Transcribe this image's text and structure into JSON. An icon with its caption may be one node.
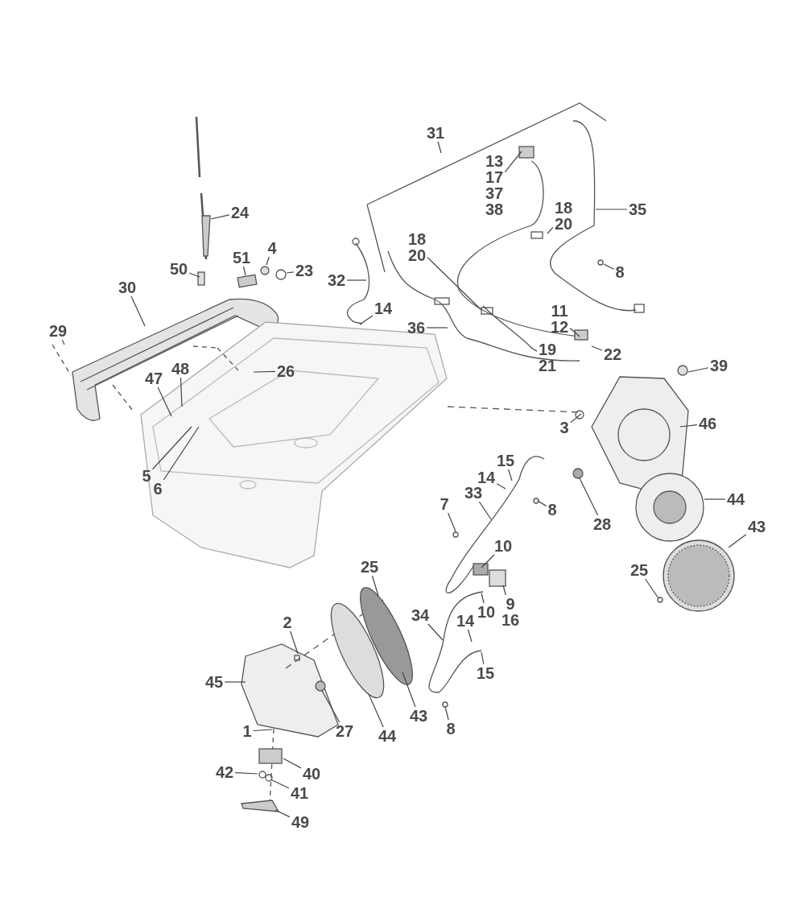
{
  "diagram": {
    "nodes": [
      {
        "text": [
          "31"
        ]
      },
      {
        "text": [
          "24"
        ]
      },
      {
        "text": [
          "13",
          "17",
          "37",
          "38"
        ]
      },
      {
        "text": [
          "35"
        ]
      },
      {
        "text": [
          "18",
          "20"
        ]
      },
      {
        "text": [
          "51"
        ]
      },
      {
        "text": [
          "4"
        ]
      },
      {
        "text": [
          "23"
        ]
      },
      {
        "text": [
          "50"
        ]
      },
      {
        "text": [
          "8"
        ]
      },
      {
        "text": [
          "30"
        ]
      },
      {
        "text": [
          "32"
        ]
      },
      {
        "text": [
          "18",
          "20"
        ]
      },
      {
        "text": [
          "14"
        ]
      },
      {
        "text": [
          "11",
          "12"
        ]
      },
      {
        "text": [
          "36"
        ]
      },
      {
        "text": [
          "29"
        ]
      },
      {
        "text": [
          "19",
          "21"
        ]
      },
      {
        "text": [
          "22"
        ]
      },
      {
        "text": [
          "26"
        ]
      },
      {
        "text": [
          "39"
        ]
      },
      {
        "text": [
          "47"
        ]
      },
      {
        "text": [
          "48"
        ]
      },
      {
        "text": [
          "46"
        ]
      },
      {
        "text": [
          "3"
        ]
      },
      {
        "text": [
          "5"
        ]
      },
      {
        "text": [
          "6"
        ]
      },
      {
        "text": [
          "15"
        ]
      },
      {
        "text": [
          "14"
        ]
      },
      {
        "text": [
          "33"
        ]
      },
      {
        "text": [
          "8"
        ]
      },
      {
        "text": [
          "7"
        ]
      },
      {
        "text": [
          "28"
        ]
      },
      {
        "text": [
          "44"
        ]
      },
      {
        "text": [
          "43"
        ]
      },
      {
        "text": [
          "10"
        ]
      },
      {
        "text": [
          "25"
        ]
      },
      {
        "text": [
          "25"
        ]
      },
      {
        "text": [
          "9",
          "16"
        ]
      },
      {
        "text": [
          "10"
        ]
      },
      {
        "text": [
          "34"
        ]
      },
      {
        "text": [
          "14"
        ]
      },
      {
        "text": [
          "2"
        ]
      },
      {
        "text": [
          "15"
        ]
      },
      {
        "text": [
          "45"
        ]
      },
      {
        "text": [
          "43"
        ]
      },
      {
        "text": [
          "27"
        ]
      },
      {
        "text": [
          "44"
        ]
      },
      {
        "text": [
          "1"
        ]
      },
      {
        "text": [
          "8"
        ]
      },
      {
        "text": [
          "40"
        ]
      },
      {
        "text": [
          "42"
        ]
      },
      {
        "text": [
          "41"
        ]
      },
      {
        "text": [
          "49"
        ]
      }
    ],
    "edges": [
      {
        "from": 0,
        "to": null,
        "arrow": "none"
      },
      {
        "from": 1,
        "to": null,
        "arrow": "none"
      },
      {
        "from": 2,
        "to": null,
        "arrow": "none"
      },
      {
        "from": 3,
        "to": null,
        "arrow": "none"
      },
      {
        "from": 4,
        "to": null,
        "arrow": "none"
      },
      {
        "from": 5,
        "to": null,
        "arrow": "none"
      },
      {
        "from": 6,
        "to": null,
        "arrow": "none"
      },
      {
        "from": 7,
        "to": null,
        "arrow": "none"
      },
      {
        "from": 8,
        "to": null,
        "arrow": "none"
      },
      {
        "from": 9,
        "to": null,
        "arrow": "none"
      },
      {
        "from": 10,
        "to": null,
        "arrow": "none"
      },
      {
        "from": 11,
        "to": null,
        "arrow": "none"
      },
      {
        "from": 12,
        "to": null,
        "arrow": "none"
      },
      {
        "from": 13,
        "to": null,
        "arrow": "none"
      },
      {
        "from": 14,
        "to": null,
        "arrow": "none"
      },
      {
        "from": 15,
        "to": null,
        "arrow": "none"
      },
      {
        "from": 16,
        "to": null,
        "arrow": "none"
      },
      {
        "from": 17,
        "to": null,
        "arrow": "none"
      },
      {
        "from": 18,
        "to": null,
        "arrow": "none"
      },
      {
        "from": 19,
        "to": null,
        "arrow": "none"
      },
      {
        "from": 20,
        "to": null,
        "arrow": "none"
      },
      {
        "from": 21,
        "to": null,
        "arrow": "none"
      },
      {
        "from": 22,
        "to": null,
        "arrow": "none"
      },
      {
        "from": 23,
        "to": null,
        "arrow": "none"
      },
      {
        "from": 24,
        "to": null,
        "arrow": "none"
      },
      {
        "from": 25,
        "to": null,
        "arrow": "none"
      },
      {
        "from": 26,
        "to": null,
        "arrow": "none"
      },
      {
        "from": 27,
        "to": null,
        "arrow": "none"
      },
      {
        "from": 28,
        "to": null,
        "arrow": "none"
      },
      {
        "from": 29,
        "to": null,
        "arrow": "none"
      },
      {
        "from": 30,
        "to": null,
        "arrow": "none"
      },
      {
        "from": 31,
        "to": null,
        "arrow": "none"
      },
      {
        "from": 32,
        "to": null,
        "arrow": "none"
      },
      {
        "from": 33,
        "to": null,
        "arrow": "none"
      },
      {
        "from": 34,
        "to": null,
        "arrow": "none"
      },
      {
        "from": 35,
        "to": null,
        "arrow": "none"
      },
      {
        "from": 36,
        "to": null,
        "arrow": "none"
      },
      {
        "from": 37,
        "to": null,
        "arrow": "none"
      },
      {
        "from": 38,
        "to": null,
        "arrow": "none"
      },
      {
        "from": 39,
        "to": null,
        "arrow": "none"
      },
      {
        "from": 40,
        "to": null,
        "arrow": "none"
      },
      {
        "from": 41,
        "to": null,
        "arrow": "none"
      },
      {
        "from": 42,
        "to": null,
        "arrow": "none"
      },
      {
        "from": 43,
        "to": null,
        "arrow": "none"
      },
      {
        "from": 44,
        "to": null,
        "arrow": "none"
      },
      {
        "from": 45,
        "to": null,
        "arrow": "none"
      },
      {
        "from": 46,
        "to": null,
        "arrow": "none"
      },
      {
        "from": 47,
        "to": null,
        "arrow": "none"
      },
      {
        "from": 48,
        "to": null,
        "arrow": "none"
      },
      {
        "from": 49,
        "to": null,
        "arrow": "none"
      },
      {
        "from": 50,
        "to": null,
        "arrow": "none"
      },
      {
        "from": 51,
        "to": null,
        "arrow": "none"
      },
      {
        "from": 52,
        "to": null,
        "arrow": "none"
      },
      {
        "from": 53,
        "to": null,
        "arrow": "none"
      }
    ]
  }
}
